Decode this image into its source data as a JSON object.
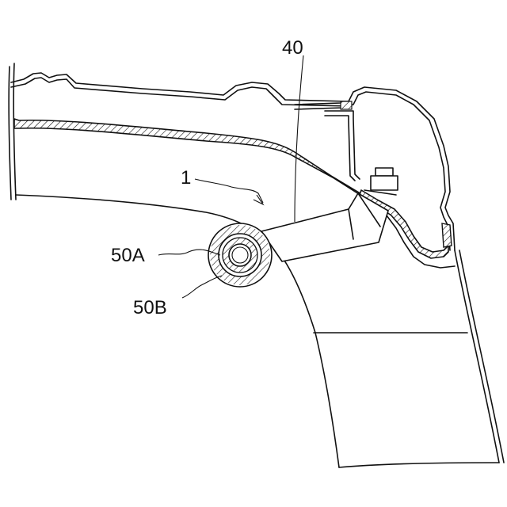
{
  "figure": {
    "labels": {
      "part_40": "40",
      "part_1": "1",
      "part_50A": "50A",
      "part_50B": "50B"
    }
  }
}
